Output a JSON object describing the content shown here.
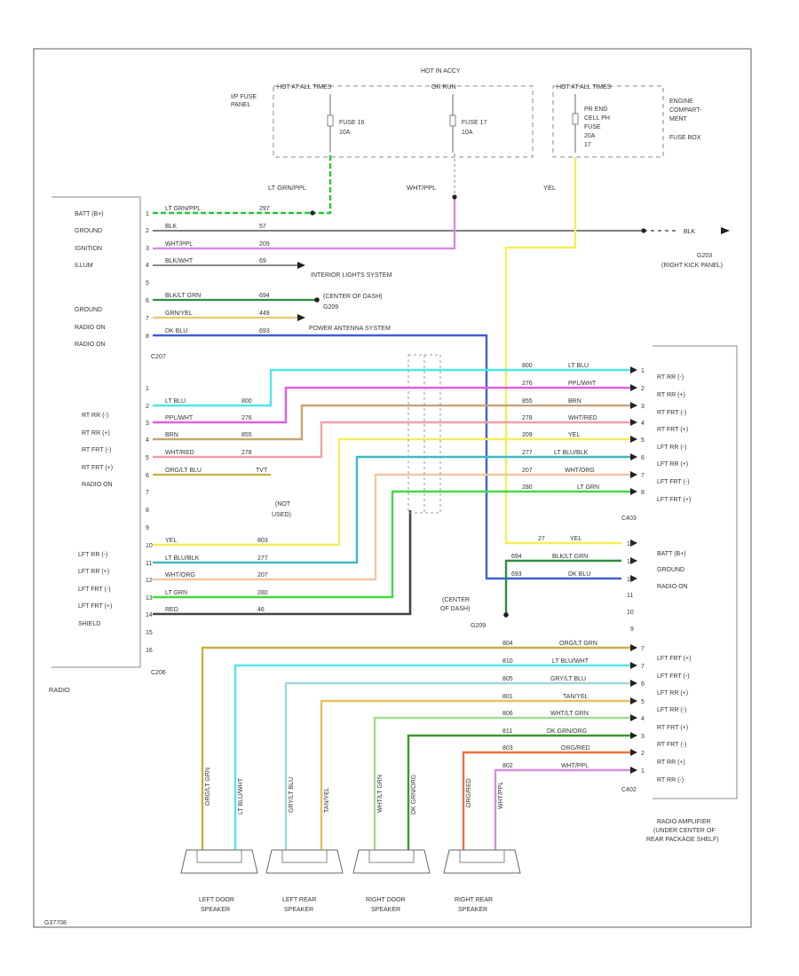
{
  "fuse_panel": {
    "label": [
      "I/P FUSE",
      "PANEL"
    ],
    "hot_all": "HOT AT ALL TIMES",
    "hot_accy": [
      "HOT IN ACCY",
      "OR RUN"
    ],
    "fuse_a": [
      "FUSE 16",
      "10A"
    ],
    "fuse_b": [
      "FUSE 17",
      "10A"
    ]
  },
  "engine_box": {
    "hot_all": "HOT AT ALL TIMES",
    "label": [
      "ENGINE",
      "COMPART-",
      "MENT",
      "FUSE BOX"
    ],
    "fuse": [
      "PR END",
      "CELL PH",
      "FUSE",
      "20A",
      "17"
    ]
  },
  "feed_wires": {
    "a": "LT GRN/PPL",
    "b": "WHT/PPL",
    "c": "YEL"
  },
  "ground_g203": {
    "wire": "BLK",
    "name": "G203",
    "place": "(RIGHT KICK PANEL)"
  },
  "radio": {
    "name": "RADIO",
    "c207": "C207",
    "c206": "C206",
    "c207_pins": [
      {
        "label": "BATT (B+)",
        "pin": "1",
        "wire": "LT GRN/PPL",
        "circuit": "297"
      },
      {
        "label": "GROUND",
        "pin": "2",
        "wire": "BLK",
        "circuit": "57"
      },
      {
        "label": "IGNITION",
        "pin": "3",
        "wire": "WHT/PPL",
        "circuit": "209"
      },
      {
        "label": "ILLUM",
        "pin": "4",
        "wire": "BLK/WHT",
        "circuit": "69"
      },
      {
        "label": "",
        "pin": "5",
        "wire": "",
        "circuit": ""
      },
      {
        "label": "GROUND",
        "pin": "6",
        "wire": "BLK/LT GRN",
        "circuit": "694"
      },
      {
        "label": "RADIO ON",
        "pin": "7",
        "wire": "GRN/YEL",
        "circuit": "449"
      },
      {
        "label": "RADIO ON",
        "pin": "8",
        "wire": "DK BLU",
        "circuit": "693"
      }
    ],
    "c206_pins": [
      {
        "label": "",
        "pin": "1",
        "wire": "",
        "circuit": ""
      },
      {
        "label": "",
        "pin": "2",
        "wire": "LT BLU",
        "circuit": "800"
      },
      {
        "label": "RT RR (-)",
        "pin": "3",
        "wire": "PPL/WHT",
        "circuit": "276"
      },
      {
        "label": "RT RR (+)",
        "pin": "4",
        "wire": "BRN",
        "circuit": "855"
      },
      {
        "label": "RT FRT (-)",
        "pin": "5",
        "wire": "WHT/RED",
        "circuit": "278"
      },
      {
        "label": "RT FRT (+)",
        "pin": "6",
        "wire": "ORG/LT BLU",
        "circuit": "TVT"
      },
      {
        "label": "RADIO ON",
        "pin": "7",
        "wire": "",
        "circuit": ""
      },
      {
        "label": "",
        "pin": "8",
        "wire": "",
        "circuit": ""
      },
      {
        "label": "",
        "pin": "9",
        "wire": "",
        "circuit": ""
      },
      {
        "label": "",
        "pin": "10",
        "wire": "YEL",
        "circuit": "803"
      },
      {
        "label": "LFT RR (-)",
        "pin": "11",
        "wire": "LT BLU/BLK",
        "circuit": "277"
      },
      {
        "label": "LFT RR (+)",
        "pin": "12",
        "wire": "WHT/ORG",
        "circuit": "207"
      },
      {
        "label": "LFT FRT (-)",
        "pin": "13",
        "wire": "LT GRN",
        "circuit": "280"
      },
      {
        "label": "LFT FRT (+)",
        "pin": "14",
        "wire": "RED",
        "circuit": "46"
      },
      {
        "label": "SHIELD",
        "pin": "15",
        "wire": "",
        "circuit": ""
      },
      {
        "label": "",
        "pin": "16",
        "wire": "",
        "circuit": ""
      }
    ]
  },
  "annotations": {
    "interior_lights": "INTERIOR LIGHTS SYSTEM",
    "center_dash_a": [
      "(CENTER OF DASH)",
      "G209"
    ],
    "power_antenna": "POWER ANTENNA SYSTEM",
    "not_used": [
      "(NOT",
      "USED)"
    ],
    "center_dash_b": [
      "(CENTER",
      "OF DASH)",
      "G209"
    ]
  },
  "amplifier": {
    "name": [
      "RADIO AMPLIFIER",
      "(UNDER CENTER OF",
      "REAR PACKAGE SHELF)"
    ],
    "c403": "C403",
    "c402": "C402",
    "c403_pins": [
      {
        "label": "RT RR (-)",
        "pin": "1",
        "wire": "LT BLU",
        "circuit": "800"
      },
      {
        "label": "RT RR (+)",
        "pin": "2",
        "wire": "PPL/WHT",
        "circuit": "276"
      },
      {
        "label": "RT FRT (-)",
        "pin": "3",
        "wire": "BRN",
        "circuit": "855"
      },
      {
        "label": "RT FRT (+)",
        "pin": "4",
        "wire": "WHT/RED",
        "circuit": "278"
      },
      {
        "label": "LFT RR (-)",
        "pin": "5",
        "wire": "YEL",
        "circuit": "209"
      },
      {
        "label": "LFT RR (+)",
        "pin": "6",
        "wire": "LT BLU/BLK",
        "circuit": "277"
      },
      {
        "label": "LFT FRT (-)",
        "pin": "7",
        "wire": "WHT/ORG",
        "circuit": "207"
      },
      {
        "label": "LFT FRT (+)",
        "pin": "8",
        "wire": "LT GRN",
        "circuit": "280"
      }
    ],
    "c403_lower": [
      {
        "label": "BATT (B+)",
        "pin": "14",
        "wire": "YEL",
        "circuit": "27"
      },
      {
        "label": "GROUND",
        "pin": "13",
        "wire": "BLK/LT GRN",
        "circuit": "694"
      },
      {
        "label": "RADIO ON",
        "pin": "12",
        "wire": "DK BLU",
        "circuit": "693"
      },
      {
        "label": "",
        "pin": "11",
        "wire": "",
        "circuit": ""
      },
      {
        "label": "",
        "pin": "10",
        "wire": "",
        "circuit": ""
      },
      {
        "label": "",
        "pin": "9",
        "wire": "",
        "circuit": ""
      }
    ],
    "c402_pins": [
      {
        "label": "LFT FRT (+)",
        "pin": "7",
        "wire": "ORG/LT GRN",
        "circuit": "804"
      },
      {
        "label": "LFT FRT (-)",
        "pin": "7",
        "wire": "LT BLU/WHT",
        "circuit": "810"
      },
      {
        "label": "LFT RR (+)",
        "pin": "6",
        "wire": "GRY/LT BLU",
        "circuit": "805"
      },
      {
        "label": "LFT RR (-)",
        "pin": "5",
        "wire": "TAN/YEL",
        "circuit": "801"
      },
      {
        "label": "RT FRT (+)",
        "pin": "4",
        "wire": "WHT/LT GRN",
        "circuit": "806"
      },
      {
        "label": "RT FRT (-)",
        "pin": "3",
        "wire": "DK GRN/ORG",
        "circuit": "811"
      },
      {
        "label": "RT RR (+)",
        "pin": "2",
        "wire": "ORG/RED",
        "circuit": "803"
      },
      {
        "label": "RT RR (-)",
        "pin": "1",
        "wire": "WHT/PPL",
        "circuit": "802"
      }
    ]
  },
  "speakers": [
    {
      "name": [
        "LEFT DOOR",
        "SPEAKER"
      ],
      "wires": [
        "ORG/LT GRN",
        "LT BLU/WHT"
      ]
    },
    {
      "name": [
        "LEFT REAR",
        "SPEAKER"
      ],
      "wires": [
        "GRY/LT BLU",
        "TAN/YEL"
      ]
    },
    {
      "name": [
        "RIGHT DOOR",
        "SPEAKER"
      ],
      "wires": [
        "WHT/LT GRN",
        "DK GRN/ORG"
      ]
    },
    {
      "name": [
        "RIGHT REAR",
        "SPEAKER"
      ],
      "wires": [
        "ORG/RED",
        "WHT/PPL"
      ]
    }
  ],
  "footer_code": "G37708",
  "colors": {
    "lt_grn_ppl": "#22c83a",
    "blk": "#444444",
    "wht_ppl": "#d98ae6",
    "yel": "#f4ee5a",
    "lt_blu": "#4fe6ee",
    "ppl_wht": "#e05ee0",
    "brn": "#c8a574",
    "wht_red": "#f0a0a8",
    "lt_blu_blk": "#3fb8c8",
    "wht_org": "#f0c8a0",
    "lt_grn": "#44d844",
    "dk_blu": "#3f5fd0",
    "grn_yel": "#e8c86a",
    "blk_grn": "#2e8e3e",
    "org_lt_grn": "#c8b040",
    "gry_lt_blu": "#9fd8d8",
    "tan_yel": "#e8c060",
    "wht_lt_grn": "#9ee08e",
    "dk_grn_org": "#3a9a2a",
    "org_red": "#f07040",
    "frame": "#777777"
  }
}
